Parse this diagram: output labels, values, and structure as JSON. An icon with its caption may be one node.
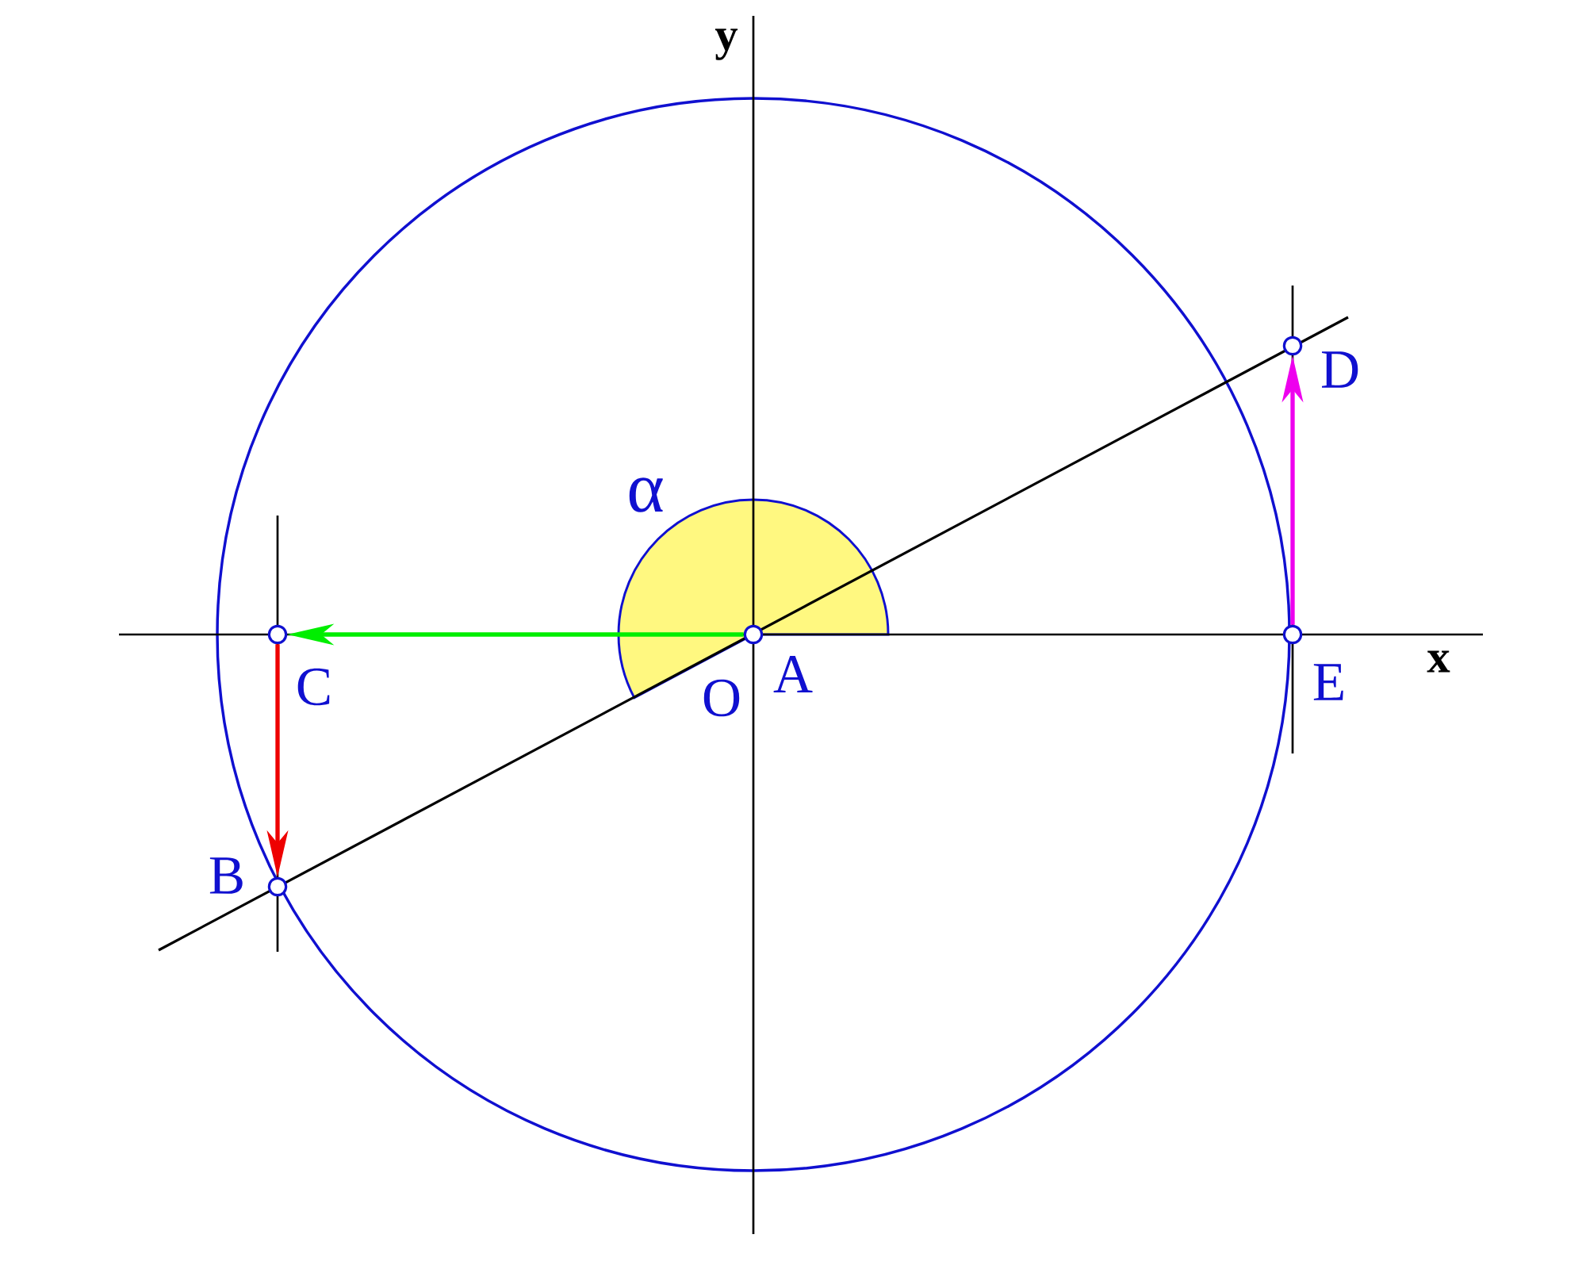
{
  "diagram": {
    "nodes": [
      {
        "text": [],
        "shape": "circle",
        "beside": [
          "A"
        ]
      },
      {
        "text": [],
        "shape": "circle",
        "beside": [
          "B"
        ]
      },
      {
        "text": [],
        "shape": "circle",
        "beside": [
          "C"
        ]
      },
      {
        "text": [],
        "shape": "circle",
        "beside": [
          "D"
        ]
      },
      {
        "text": [],
        "shape": "circle",
        "beside": [
          "E"
        ]
      }
    ],
    "edges": [
      {
        "from": 0,
        "to": 2,
        "arrow": "to",
        "color": "#00ee00"
      },
      {
        "from": 2,
        "to": 1,
        "arrow": "to",
        "color": "#ee0000"
      },
      {
        "from": 4,
        "to": 3,
        "arrow": "to",
        "color": "#ee00ee"
      }
    ],
    "labels": [
      "y",
      "α",
      "O",
      "x"
    ]
  }
}
